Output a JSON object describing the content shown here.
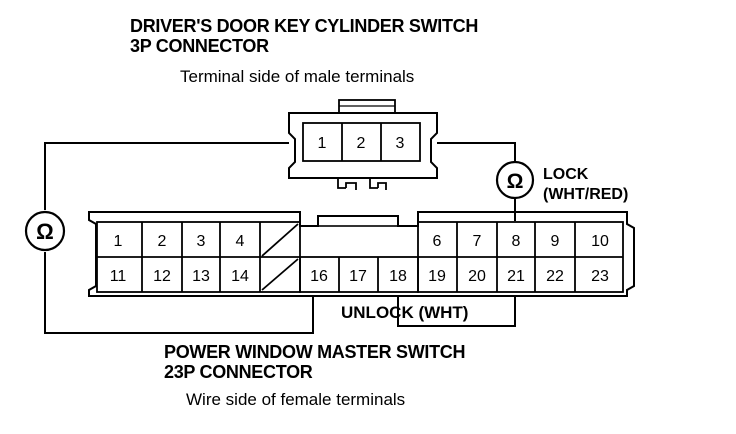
{
  "top_connector": {
    "title_line1": "DRIVER'S DOOR KEY CYLINDER SWITCH",
    "title_line2": "3P CONNECTOR",
    "subtitle": "Terminal side of male terminals",
    "terminals": [
      "1",
      "2",
      "3"
    ]
  },
  "bottom_connector": {
    "title_line1": "POWER WINDOW MASTER SWITCH",
    "title_line2": "23P CONNECTOR",
    "subtitle": "Wire side of female terminals",
    "row1": [
      "1",
      "2",
      "3",
      "4",
      "",
      "",
      "",
      "",
      "6",
      "7",
      "8",
      "9",
      "10"
    ],
    "row2": [
      "11",
      "12",
      "13",
      "14",
      "",
      "16",
      "17",
      "18",
      "19",
      "20",
      "21",
      "22",
      "23"
    ]
  },
  "labels": {
    "lock_line1": "LOCK",
    "lock_line2": "(WHT/RED)",
    "unlock": "UNLOCK (WHT)",
    "ohm_symbol": "Ω"
  }
}
